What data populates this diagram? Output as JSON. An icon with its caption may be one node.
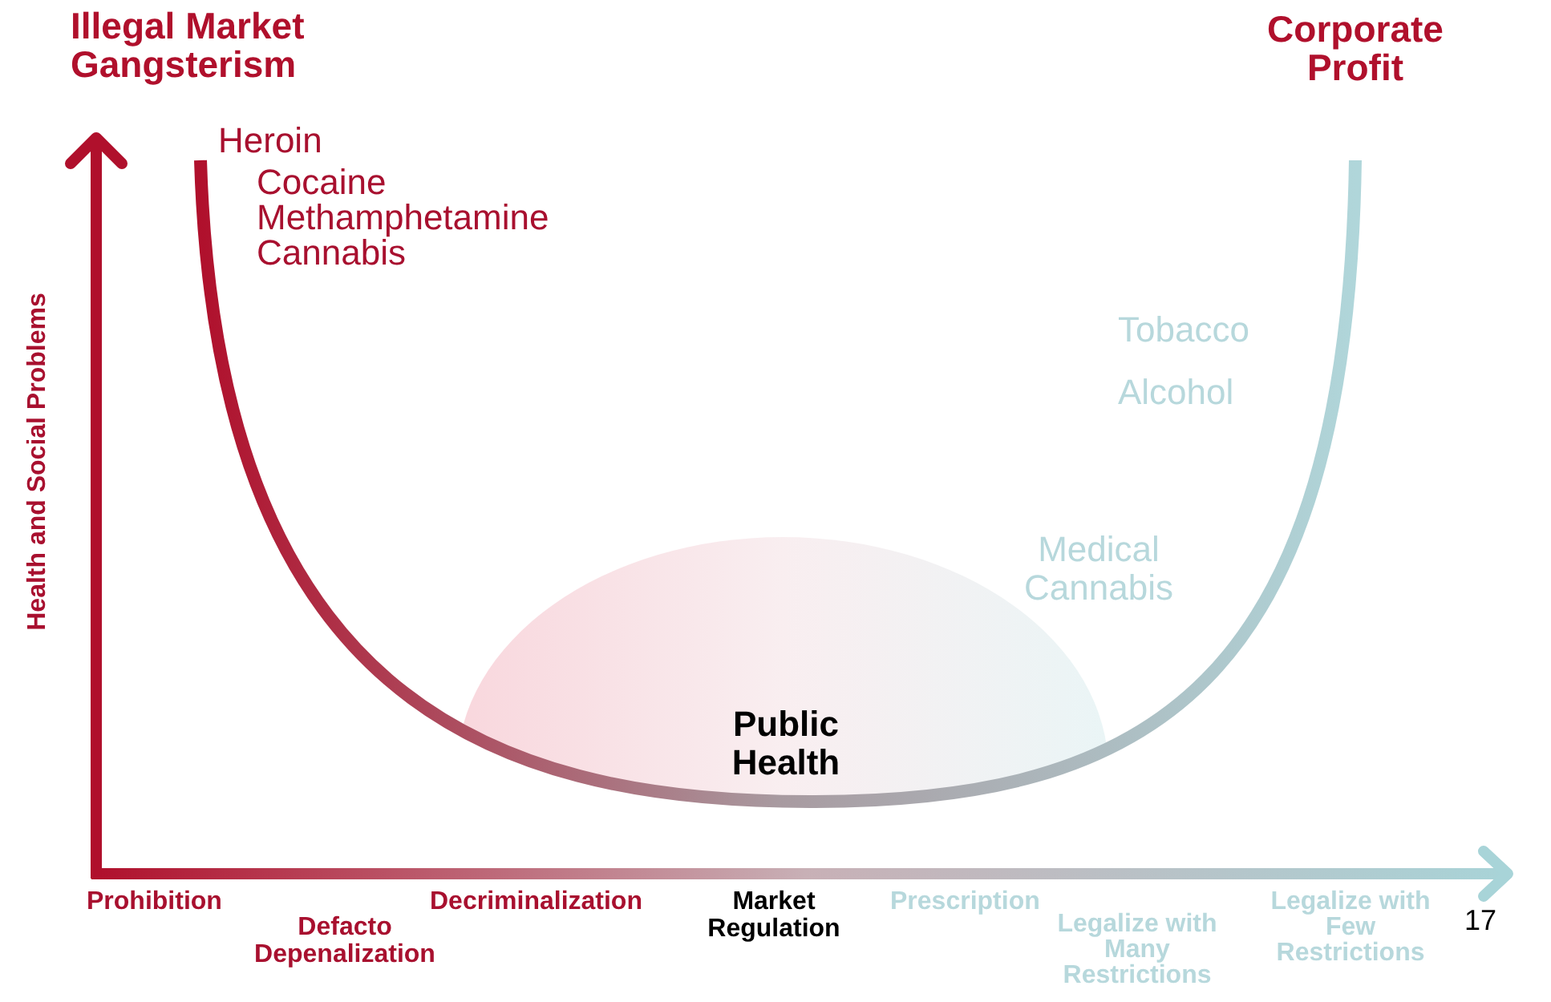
{
  "diagram": {
    "nodes": [
      {
        "text": [
          "Public Health"
        ]
      }
    ],
    "edges": [],
    "labels": [
      "Illegal Market Gangsterism",
      "Corporate Profit",
      "Heroin",
      "Cocaine",
      "Methamphetamine",
      "Cannabis",
      "Tobacco",
      "Alcohol",
      "Medical Cannabis",
      "Health and Social Problems",
      "Prohibition",
      "Defacto Depenalization",
      "Decriminalization",
      "Market Regulation",
      "Prescription",
      "Legalize with Many Restrictions",
      "Legalize with Few Restrictions",
      "17"
    ]
  }
}
